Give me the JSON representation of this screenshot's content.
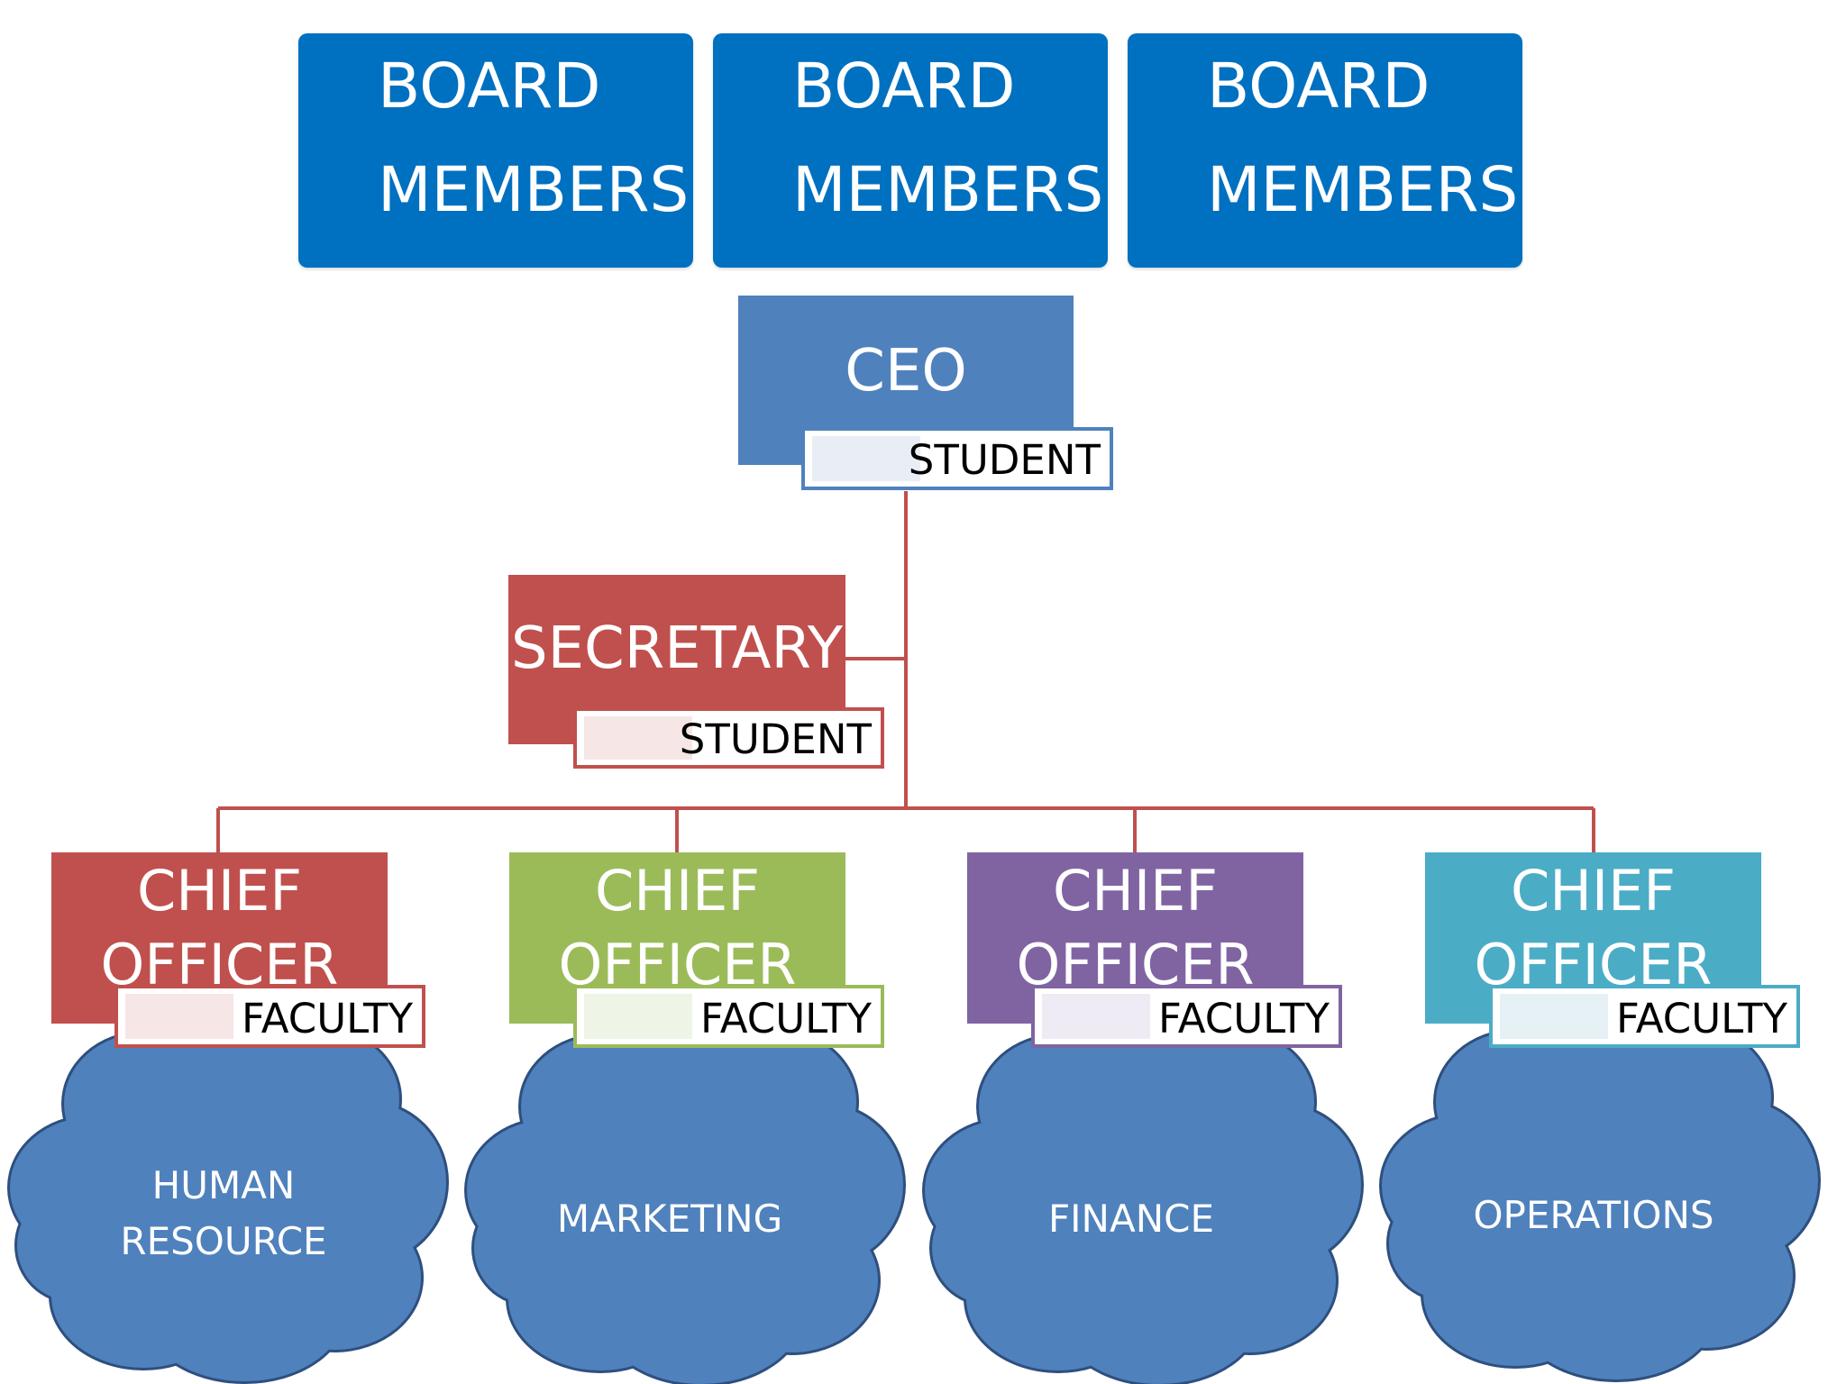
{
  "colors": {
    "board": "#0070c0",
    "ceo": "#4f81bd",
    "secretary": "#c0504d",
    "connector": "#c0504d",
    "cloud_fill": "#4f81bd",
    "cloud_stroke": "#2e4f7e",
    "chiefs": [
      "#c0504d",
      "#9bbb59",
      "#8064a2",
      "#4bacc6"
    ]
  },
  "board_members": [
    {
      "line1": "BOARD",
      "line2": "MEMBERS"
    },
    {
      "line1": "BOARD",
      "line2": "MEMBERS"
    },
    {
      "line1": "BOARD",
      "line2": "MEMBERS"
    }
  ],
  "ceo": {
    "title": "CEO",
    "tag": "STUDENT"
  },
  "secretary": {
    "title": "SECRETARY",
    "tag": "STUDENT"
  },
  "chiefs": [
    {
      "line1": "CHIEF",
      "line2": "OFFICER",
      "tag": "FACULTY"
    },
    {
      "line1": "CHIEF",
      "line2": "OFFICER",
      "tag": "FACULTY"
    },
    {
      "line1": "CHIEF",
      "line2": "OFFICER",
      "tag": "FACULTY"
    },
    {
      "line1": "CHIEF",
      "line2": "OFFICER",
      "tag": "FACULTY"
    }
  ],
  "departments": [
    {
      "line1": "HUMAN",
      "line2": "RESOURCE",
      "icon": "cloud-icon"
    },
    {
      "line1": "MARKETING",
      "icon": "cloud-icon"
    },
    {
      "line1": "FINANCE",
      "icon": "cloud-icon"
    },
    {
      "line1": "OPERATIONS",
      "icon": "cloud-icon"
    }
  ]
}
